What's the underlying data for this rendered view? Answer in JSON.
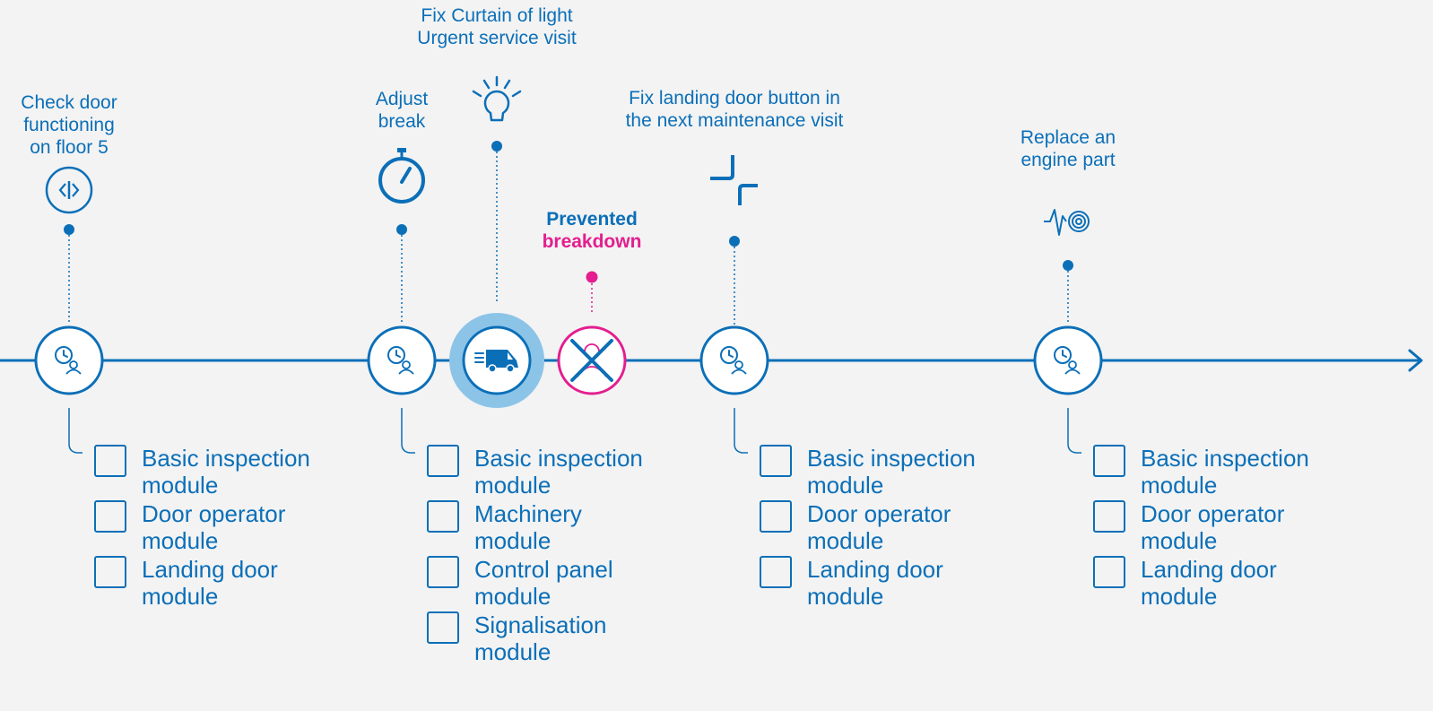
{
  "colors": {
    "primary": "#0b6fb8",
    "accent": "#e41e8f",
    "highlight": "#8cc4e8",
    "background": "#f3f3f3"
  },
  "milestones": [
    {
      "event_label": "Check door\nfunctioning\non floor 5",
      "event_icon": "door-sensor-icon",
      "node_icon": "clock-person-icon",
      "modules": [
        "Basic inspection\nmodule",
        "Door operator\nmodule",
        "Landing door\nmodule"
      ]
    },
    {
      "event_label": "Adjust\nbreak",
      "event_icon": "stopwatch-icon",
      "node_icon": "clock-person-icon",
      "modules": [
        "Basic inspection\nmodule",
        "Machinery\nmodule",
        "Control panel\nmodule",
        "Signalisation\nmodule"
      ]
    },
    {
      "event_label": "Fix landing door button in\nthe next maintenance visit",
      "event_icon": "corner-brackets-icon",
      "node_icon": "clock-person-icon",
      "modules": [
        "Basic inspection\nmodule",
        "Door operator\nmodule",
        "Landing door\nmodule"
      ]
    },
    {
      "event_label": "Replace an\nengine part",
      "event_icon": "vibration-signal-icon",
      "node_icon": "clock-person-icon",
      "modules": [
        "Basic inspection\nmodule",
        "Door operator\nmodule",
        "Landing door\nmodule"
      ]
    }
  ],
  "urgent": {
    "event_label": "Fix Curtain of light\nUrgent service visit",
    "event_icon": "light-bulb-icon",
    "node_icon": "service-van-icon"
  },
  "prevented": {
    "line1": "Prevented",
    "line2": "breakdown",
    "node_icon": "crossed-person-icon"
  }
}
